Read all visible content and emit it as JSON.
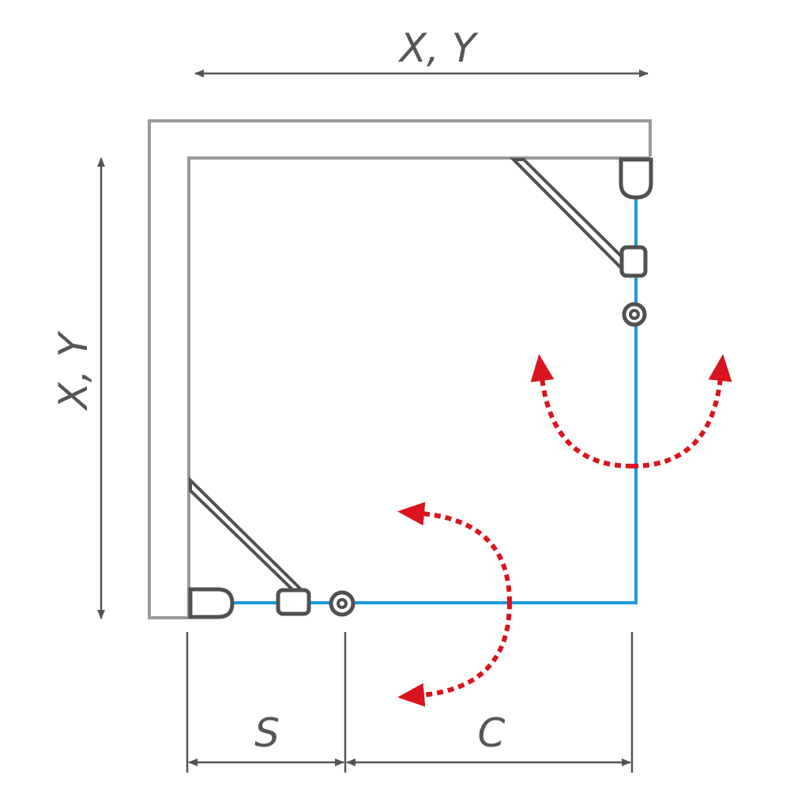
{
  "labels": {
    "top_dimension": "X, Y",
    "left_dimension": "X, Y",
    "bottom_left_dimension": "S",
    "bottom_right_dimension": "C"
  },
  "colors": {
    "wall": "#9a9a9a",
    "hardware": "#505050",
    "glass": "#1a9ad9",
    "swing": "#d9141e",
    "dimension": "#555555"
  }
}
